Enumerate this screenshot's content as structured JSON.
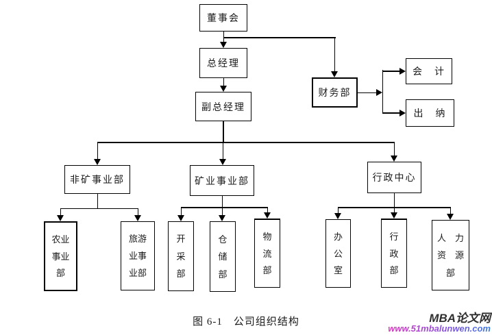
{
  "figure": {
    "caption": "图 6-1　公司组织结构"
  },
  "org_chart": {
    "nodes": {
      "board": {
        "label": "董事会"
      },
      "general_manager": {
        "label": "总经理"
      },
      "deputy_general_manager": {
        "label": "副总经理"
      },
      "finance_dept": {
        "label": "财务部"
      },
      "accounting": {
        "label": "会　计"
      },
      "cashier": {
        "label": "出　纳"
      },
      "non_mining_division": {
        "label": "非矿事业部"
      },
      "mining_division": {
        "label": "矿业事业部"
      },
      "administrative_center": {
        "label": "行政中心"
      },
      "agriculture_division": {
        "label": "农业事业部",
        "lines": [
          "农业",
          "事业",
          "部"
        ]
      },
      "tourism_division": {
        "label": "旅游业事业部",
        "lines": [
          "旅游",
          "业事",
          "业部"
        ]
      },
      "extraction_dept": {
        "label": "开采部",
        "lines": [
          "开",
          "采",
          "部"
        ]
      },
      "warehouse_dept": {
        "label": "仓储部",
        "lines": [
          "仓",
          "储",
          "部"
        ]
      },
      "logistics_dept": {
        "label": "物流部",
        "lines": [
          "物",
          "流",
          "部"
        ]
      },
      "office": {
        "label": "办公室",
        "lines": [
          "办",
          "公",
          "室"
        ]
      },
      "administration_dept": {
        "label": "行政部",
        "lines": [
          "行",
          "政",
          "部"
        ]
      },
      "human_resources_dept": {
        "label": "人力资源部",
        "lines": [
          "人　力",
          "资　源",
          "部"
        ]
      }
    },
    "edges": [
      {
        "from": "董事会",
        "to": "总经理"
      },
      {
        "from": "董事会",
        "to": "财务部"
      },
      {
        "from": "总经理",
        "to": "副总经理"
      },
      {
        "from": "财务部",
        "to": "会计"
      },
      {
        "from": "财务部",
        "to": "出纳"
      },
      {
        "from": "副总经理",
        "to": "非矿事业部"
      },
      {
        "from": "副总经理",
        "to": "矿业事业部"
      },
      {
        "from": "副总经理",
        "to": "行政中心"
      },
      {
        "from": "非矿事业部",
        "to": "农业事业部"
      },
      {
        "from": "非矿事业部",
        "to": "旅游业事业部"
      },
      {
        "from": "矿业事业部",
        "to": "开采部"
      },
      {
        "from": "矿业事业部",
        "to": "仓储部"
      },
      {
        "from": "矿业事业部",
        "to": "物流部"
      },
      {
        "from": "行政中心",
        "to": "办公室"
      },
      {
        "from": "行政中心",
        "to": "行政部"
      },
      {
        "from": "行政中心",
        "to": "人力资源部"
      }
    ]
  },
  "watermark": {
    "site_name": "MBA论文网",
    "site_url": "www.51mbalunwen.com"
  },
  "colors": {
    "background": "#ffffff",
    "line": "#000000",
    "text": "#1a1a1a",
    "watermark_name": "#2f2f2f",
    "watermark_url_gradient": [
      "#d93bbc",
      "#8a50e0",
      "#3b7be0"
    ]
  }
}
